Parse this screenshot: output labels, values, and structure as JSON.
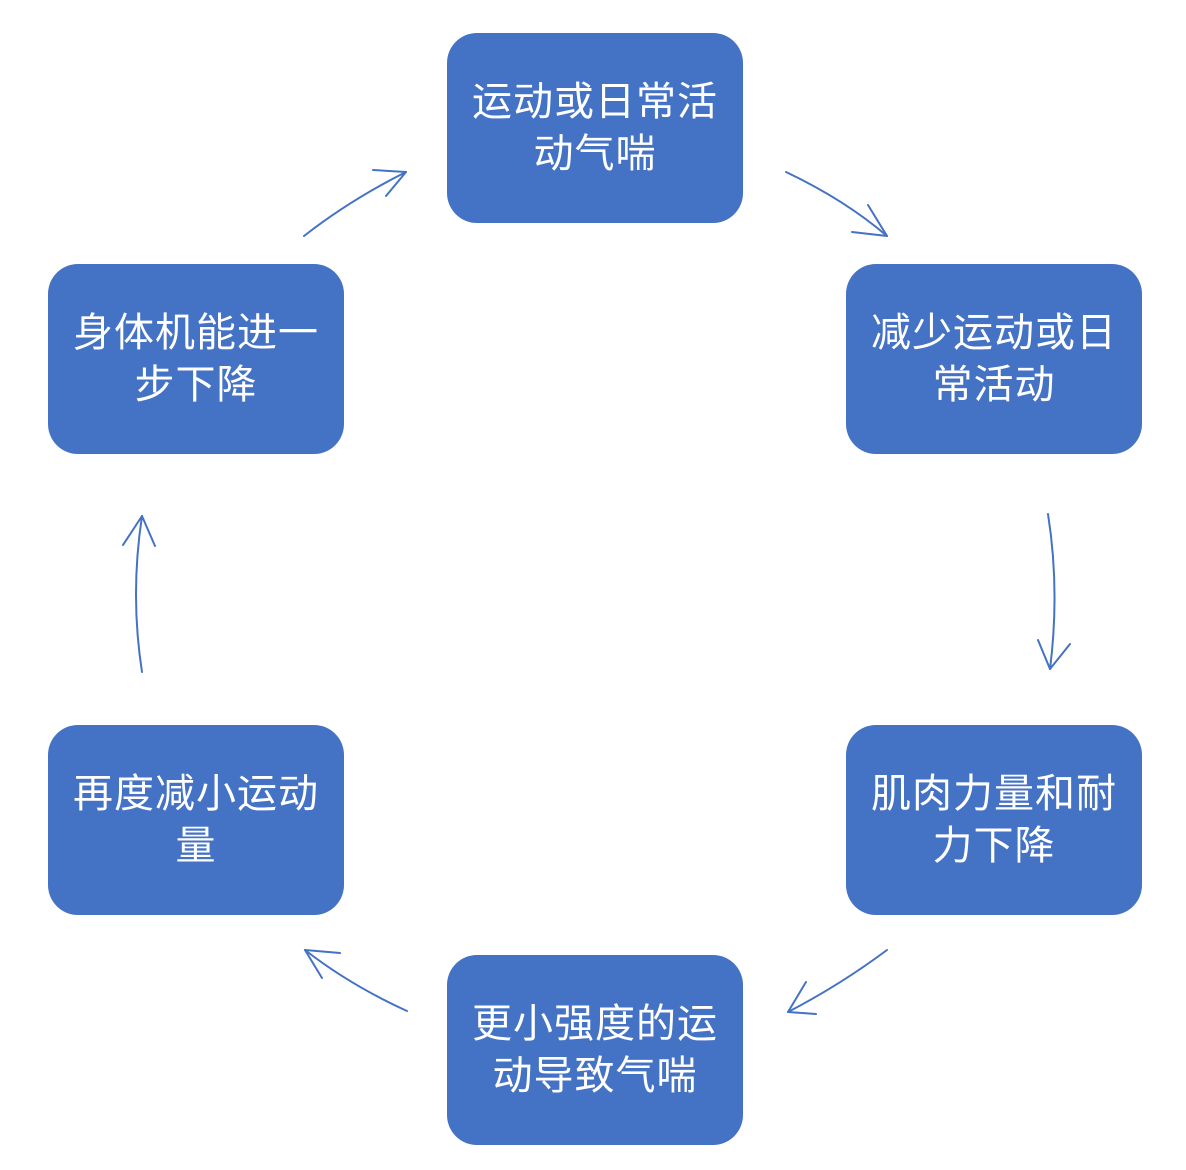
{
  "diagram": {
    "nodes": [
      {
        "id": "n1",
        "label": "运动或日常活动气喘"
      },
      {
        "id": "n2",
        "label": "减少运动或日常活动"
      },
      {
        "id": "n3",
        "label": "肌肉力量和耐力下降"
      },
      {
        "id": "n4",
        "label": "更小强度的运动导致气喘"
      },
      {
        "id": "n5",
        "label": "再度减小运动量"
      },
      {
        "id": "n6",
        "label": "身体机能进一步下降"
      }
    ],
    "edges": [
      {
        "from": "n1",
        "to": "n2"
      },
      {
        "from": "n2",
        "to": "n3"
      },
      {
        "from": "n3",
        "to": "n4"
      },
      {
        "from": "n4",
        "to": "n5"
      },
      {
        "from": "n5",
        "to": "n6"
      },
      {
        "from": "n6",
        "to": "n1"
      }
    ],
    "colors": {
      "node_fill": "#4472c4",
      "node_text": "#ffffff",
      "arrow": "#4472c4"
    }
  }
}
